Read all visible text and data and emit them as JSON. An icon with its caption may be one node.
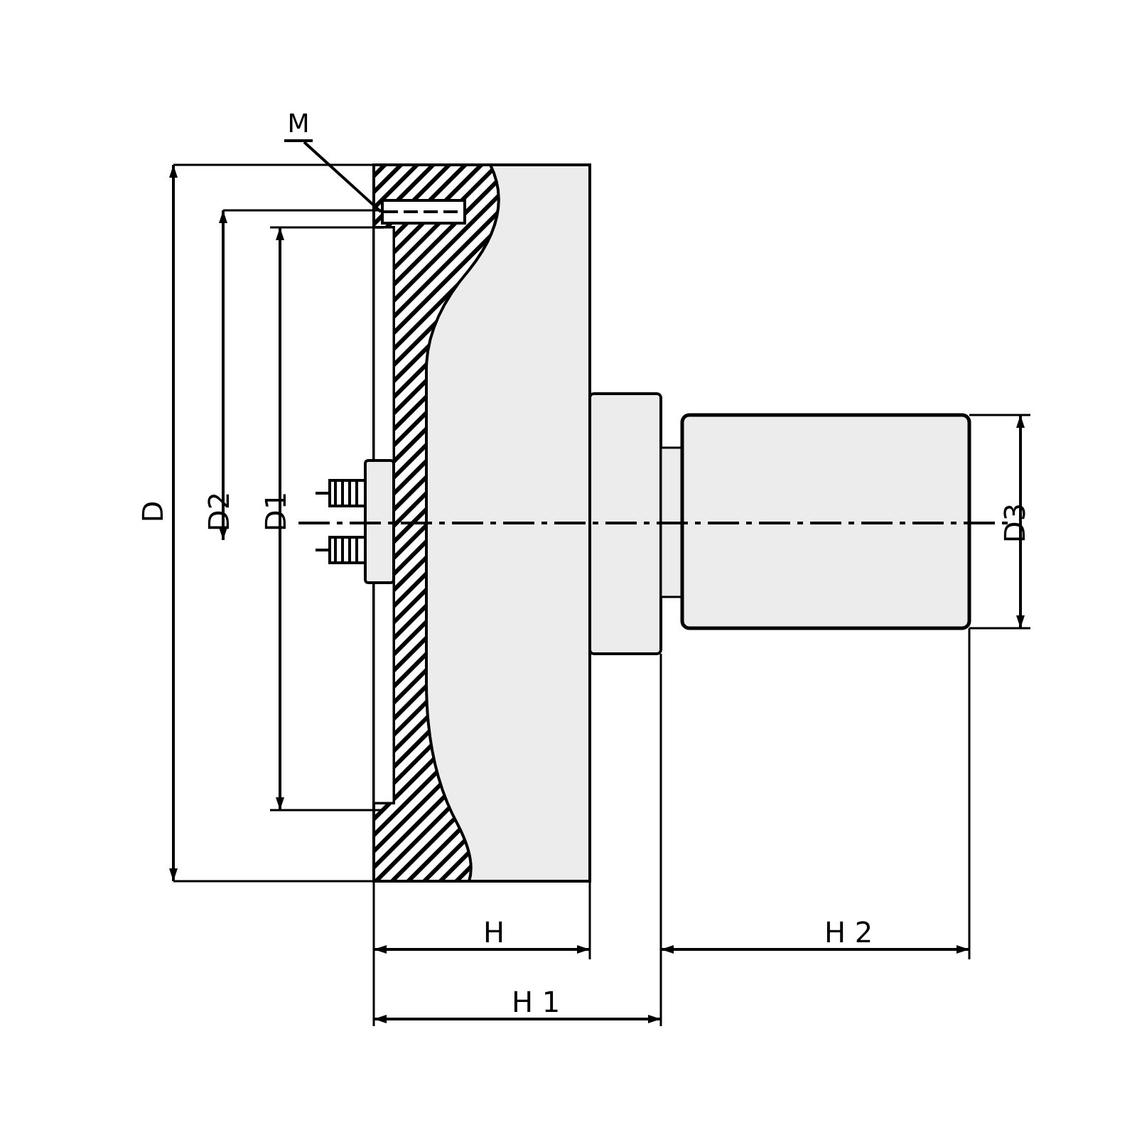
{
  "diagram": {
    "nodes": [
      {
        "text": [
          "M"
        ]
      },
      {
        "text": [],
        "shape": "box"
      }
    ],
    "edges": [
      {
        "from": 0,
        "to": 1,
        "arrow": "none"
      }
    ],
    "labels": [
      "D",
      "D2",
      "D1",
      "D3",
      "H",
      "H 1",
      "H 2"
    ]
  }
}
